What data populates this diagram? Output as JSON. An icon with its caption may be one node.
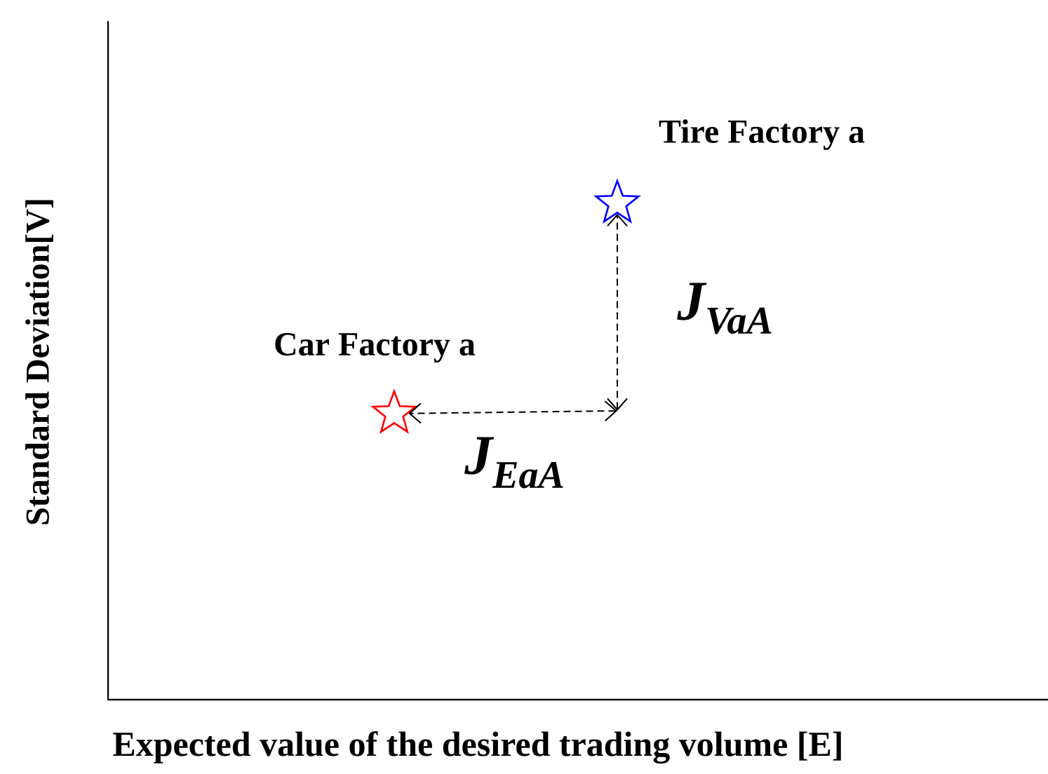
{
  "diagram": {
    "nodes": [
      {
        "text": [],
        "shape": "star",
        "beside": [
          "Car Factory a"
        ]
      },
      {
        "text": [],
        "shape": "star",
        "beside": [
          "Tire Factory a"
        ]
      }
    ],
    "edges": [
      {
        "from": null,
        "to": 0,
        "arrow": "both",
        "style": "dashed",
        "label": "J$_{EaA}$"
      },
      {
        "from": null,
        "to": 1,
        "arrow": "both",
        "style": "dashed",
        "label": "J$_{VaA}$"
      }
    ],
    "labels": [
      "Standard Deviation[V]",
      "Expected value of the desired trading volume [E]"
    ]
  }
}
